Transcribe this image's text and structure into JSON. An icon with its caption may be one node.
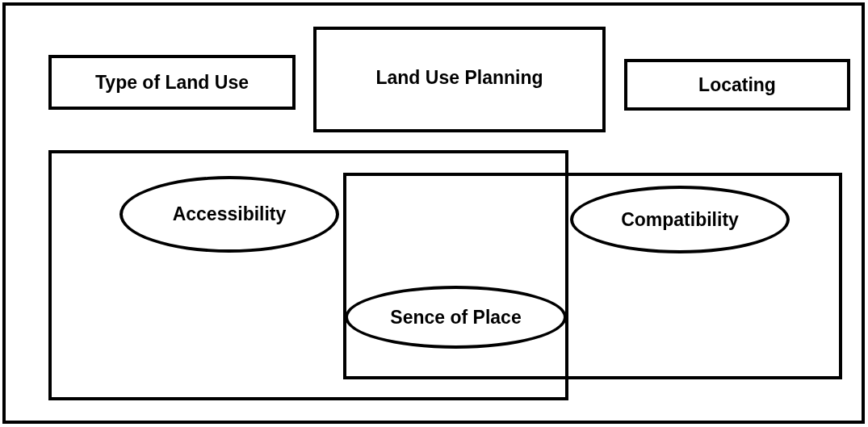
{
  "diagram": {
    "nodes": [
      {
        "text": [],
        "shape": "box"
      },
      {
        "text": [
          "Type of Land Use"
        ],
        "in": 0
      },
      {
        "text": [
          "Land Use Planning"
        ],
        "in": 0
      },
      {
        "text": [
          "Locating"
        ],
        "in": 0
      },
      {
        "text": [],
        "shape": "box",
        "in": 0
      },
      {
        "text": [
          "Accessibility"
        ],
        "in": 4
      },
      {
        "text": [],
        "shape": "box",
        "in": 0
      },
      {
        "text": [
          "Compatibility"
        ],
        "in": 6
      },
      {
        "text": [
          "Sence of Place"
        ]
      }
    ]
  }
}
